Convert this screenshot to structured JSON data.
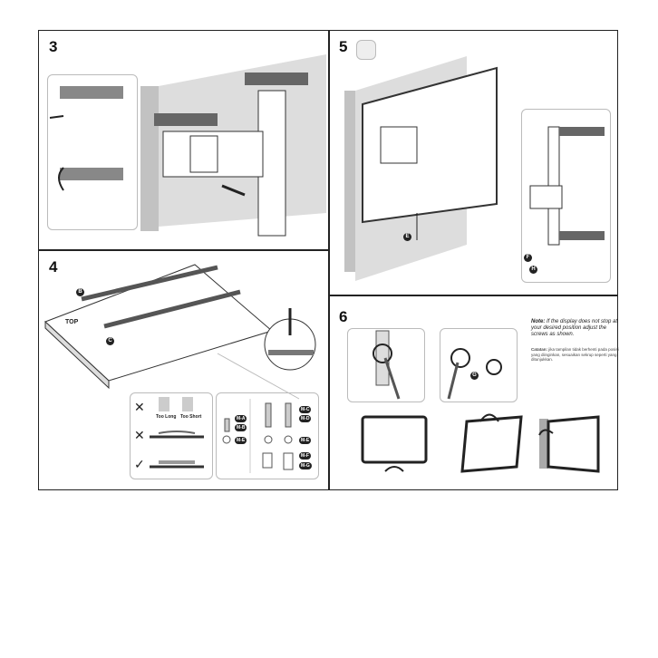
{
  "steps": {
    "s3": "3",
    "s4": "4",
    "s5": "5",
    "s6": "6"
  },
  "step4": {
    "top_label": "TOP",
    "b": "B",
    "c": "C",
    "too_long": "Too Long",
    "too_short": "Too Short",
    "wrong1": "✕",
    "wrong2": "✕",
    "right": "✓",
    "tags": [
      "M-A",
      "M-B",
      "M-E",
      "M-C",
      "M-D",
      "M-E",
      "M-F",
      "M-G"
    ]
  },
  "step5": {
    "e": "E",
    "f": "F",
    "h": "H"
  },
  "step6": {
    "g": "G",
    "note_label": "Note:",
    "note": "If the display does not stop at your desired position adjust the screws as shown.",
    "catatan_label": "Catatan:",
    "catatan": "jika tampilan tidak berhenti pada posisi yang diinginkan, sesuaikan sekrup seperti yang ditunjukkan."
  }
}
